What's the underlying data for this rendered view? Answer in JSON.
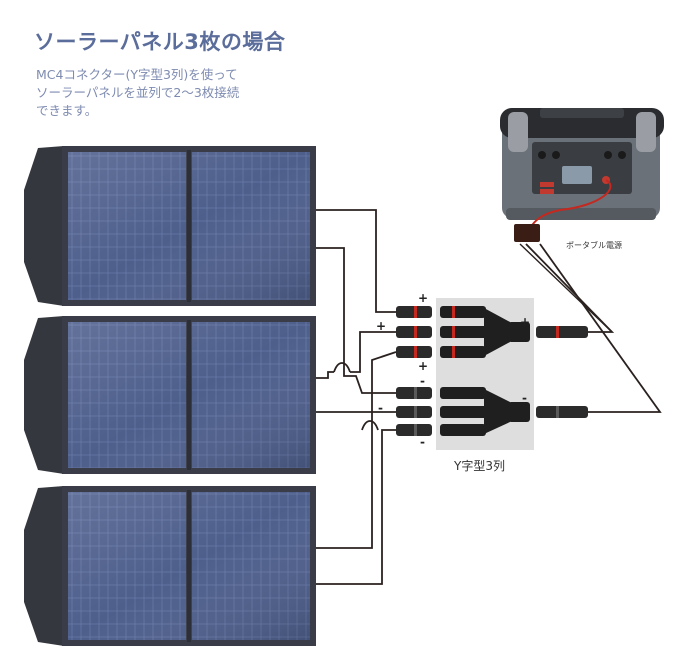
{
  "header": {
    "title": "ソーラーパネル3枚の場合",
    "description_lines": [
      "MC4コネクター(Y字型3列)を使って",
      "ソーラーパネルを並列で2〜3枚接続",
      "できます。"
    ]
  },
  "labels": {
    "portable_power": "ポータブル電源",
    "y_branch": "Y字型3列",
    "plus": "+",
    "minus": "-"
  },
  "colors": {
    "title": "#5b6d9a",
    "description": "#7e8bb0",
    "panel_cell": "#4a5b86",
    "panel_frame": "#3a3d48",
    "wire": "#2a2220",
    "connector_bg": "#dedede"
  },
  "panels_count": 3
}
